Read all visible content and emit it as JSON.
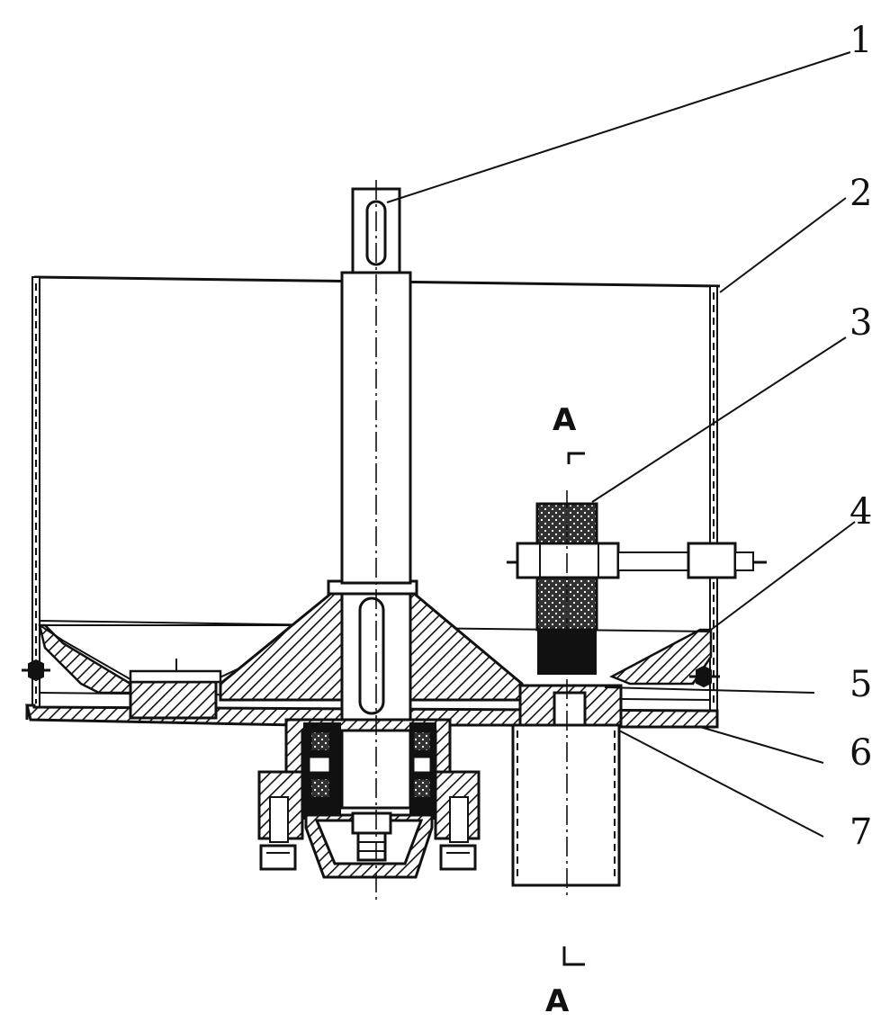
{
  "callouts": [
    {
      "id": "1",
      "label": "1"
    },
    {
      "id": "2",
      "label": "2"
    },
    {
      "id": "3",
      "label": "3"
    },
    {
      "id": "4",
      "label": "4"
    },
    {
      "id": "5",
      "label": "5"
    },
    {
      "id": "6",
      "label": "6"
    },
    {
      "id": "7",
      "label": "7"
    }
  ],
  "section_marks": {
    "top": "A",
    "bottom": "A"
  },
  "colors": {
    "ink": "#111111",
    "background": "#ffffff"
  }
}
